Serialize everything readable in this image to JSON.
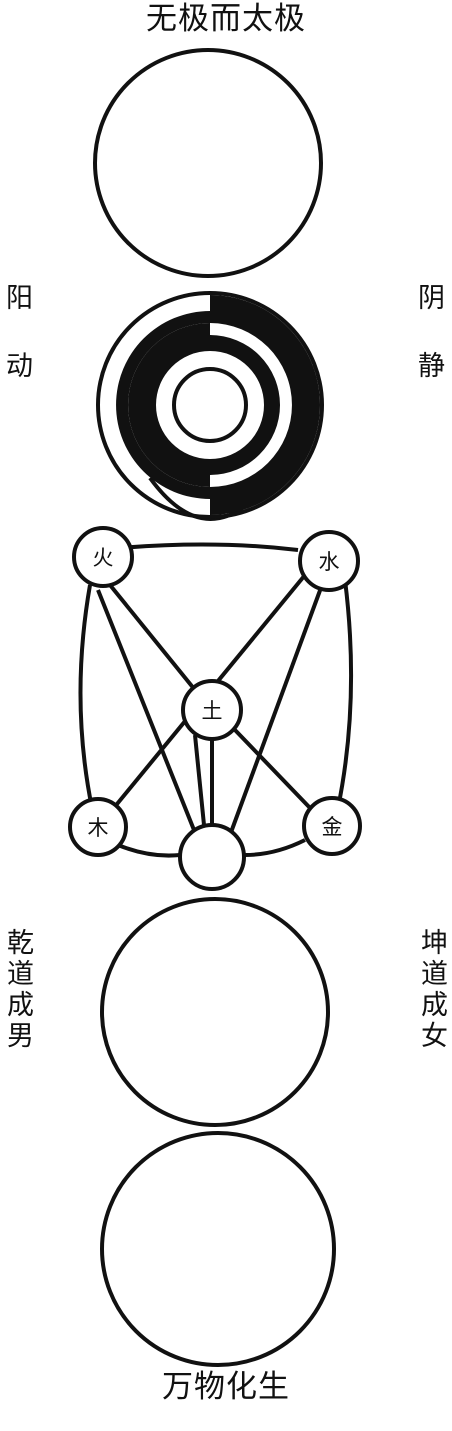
{
  "title_top": "无极而太极",
  "title_bottom": "万物化生",
  "left_labels": {
    "yang": "阳",
    "move": "动",
    "qian": "乾道成男"
  },
  "right_labels": {
    "yin": "阴",
    "still": "静",
    "kun": "坤道成女"
  },
  "elements": {
    "fire": "火",
    "water": "水",
    "earth": "土",
    "wood": "木",
    "metal": "金"
  },
  "colors": {
    "ink": "#111111",
    "paper": "#ffffff"
  }
}
